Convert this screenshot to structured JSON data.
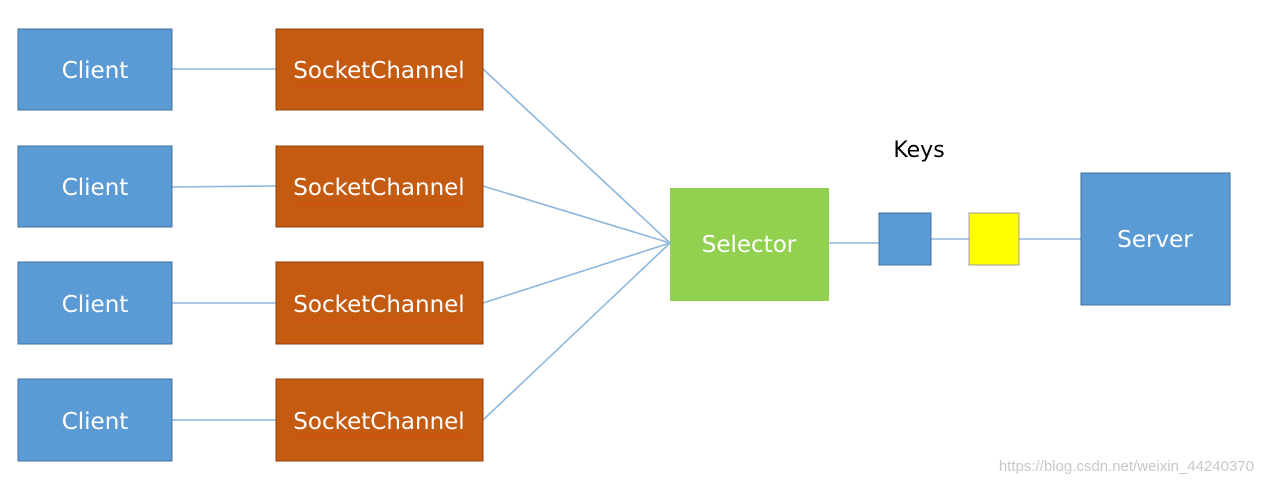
{
  "diagram": {
    "clients": [
      {
        "label": "Client"
      },
      {
        "label": "Client"
      },
      {
        "label": "Client"
      },
      {
        "label": "Client"
      }
    ],
    "channels": [
      {
        "label": "SocketChannel"
      },
      {
        "label": "SocketChannel"
      },
      {
        "label": "SocketChannel"
      },
      {
        "label": "SocketChannel"
      }
    ],
    "selector": {
      "label": "Selector"
    },
    "keys": {
      "label": "Keys"
    },
    "server": {
      "label": "Server"
    },
    "watermark": "https://blog.csdn.net/weixin_44240370"
  },
  "colors": {
    "client": "#5b9bd5",
    "client_border": "#41719c",
    "channel": "#c55a11",
    "channel_border": "#8f3f0a",
    "selector": "#92d050",
    "key_blue": "#5b9bd5",
    "key_yellow": "#ffff00",
    "server": "#5b9bd5",
    "connector": "#8fb6dd"
  }
}
